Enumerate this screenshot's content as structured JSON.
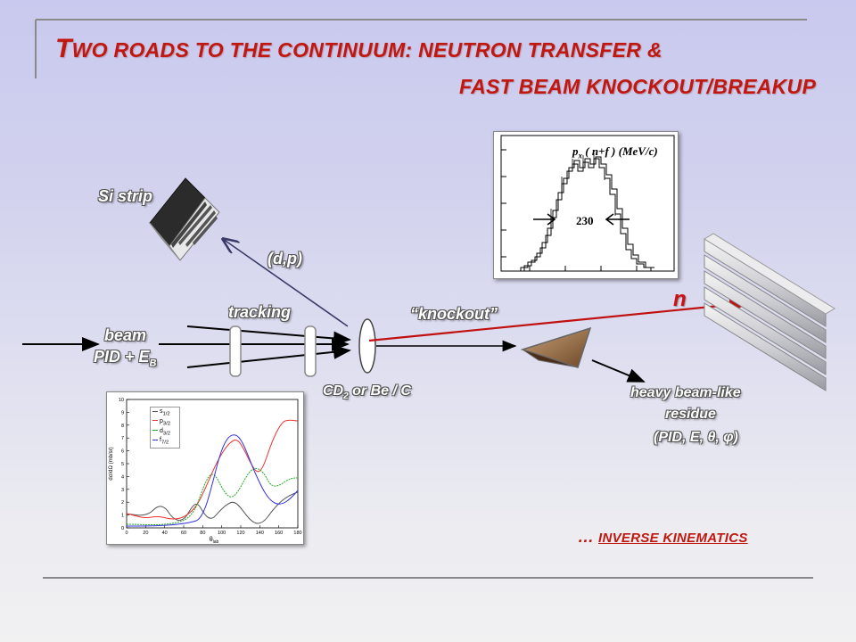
{
  "title": {
    "line1_T": "T",
    "line1_rest": "WO ROADS TO THE CONTINUUM:  NEUTRON TRANSFER  &",
    "line2": "FAST BEAM KNOCKOUT/BREAKUP"
  },
  "labels": {
    "si_strip": "Si strip",
    "dp": "(d,p)",
    "tracking": "tracking",
    "beam": "beam",
    "pid": "PID + E",
    "pid_sub": "B",
    "knockout": "“knockout”",
    "target_cd": "CD",
    "target_sub": "2",
    "target_rest": "  or Be / C",
    "neutron": "n",
    "residue_line1": "heavy beam-like",
    "residue_line2": "residue",
    "residue_line3": "(PID, E, θ, φ)",
    "footer_dots": "… ",
    "footer": "INVERSE KINEMATICS"
  },
  "momentum_panel": {
    "label": "p",
    "label_sub": "x",
    "label_rest": " ( n+f ) (MeV/c)",
    "width_value": "230"
  },
  "cross_section_panel": {
    "ylabel": "dσ/dΩ (mb/sr)",
    "xlabel": "θ",
    "xlabel_sub": "lab",
    "legend": [
      {
        "name": "s",
        "sub": "1/2",
        "color": "#555555"
      },
      {
        "name": "p",
        "sub": "3/2",
        "color": "#ee3333"
      },
      {
        "name": "d",
        "sub": "3/2",
        "color": "#22aa22"
      },
      {
        "name": "f",
        "sub": "7/2",
        "color": "#3333dd"
      }
    ],
    "xticks": [
      "0",
      "20",
      "40",
      "60",
      "80",
      "100",
      "120",
      "140",
      "160",
      "180"
    ],
    "yticks": [
      "0",
      "1",
      "2",
      "3",
      "4",
      "5",
      "6",
      "7",
      "8",
      "9",
      "10"
    ]
  },
  "colors": {
    "title": "#c0180f",
    "neutron_beam": "#c01010",
    "arrow": "#000000",
    "dp_arrow": "#3a3a66",
    "residue_cone": "#8a6040"
  }
}
